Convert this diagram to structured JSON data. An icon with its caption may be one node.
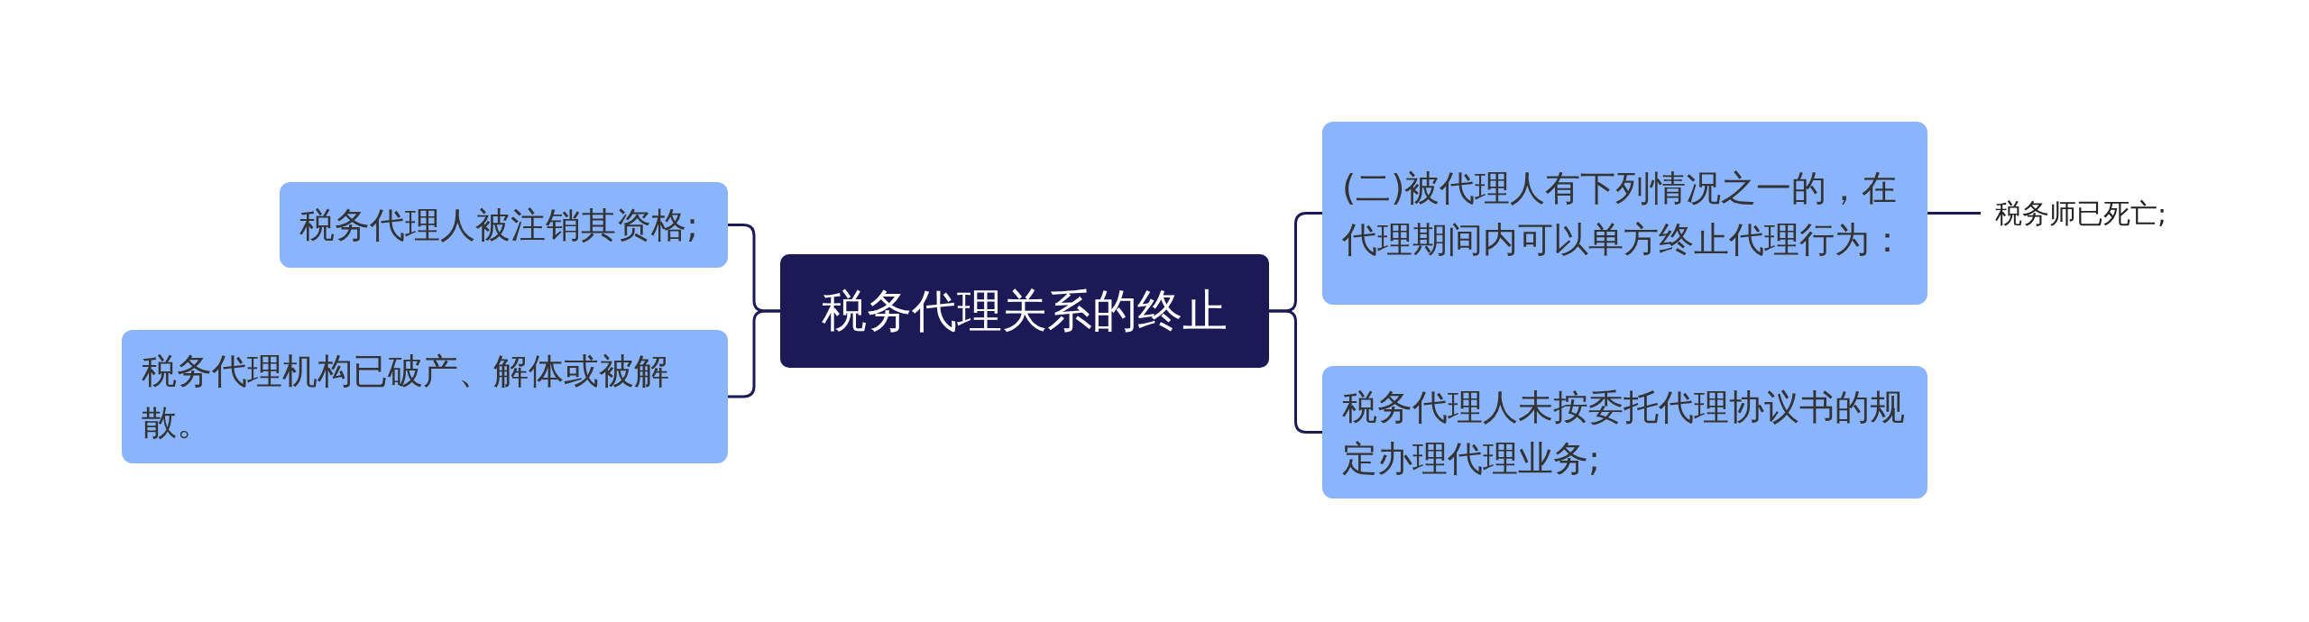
{
  "diagram": {
    "nodes": [
      {
        "text": [
          "税务代理关系的终止"
        ]
      },
      {
        "text": [
          "税务代理人被注销其资格;"
        ]
      },
      {
        "text": [
          "税务代理机构已破产、解体或被解散。"
        ]
      },
      {
        "text": [
          "(二)被代理人有下列情况之一的，在代理期间内可以单方终止代理行为："
        ]
      },
      {
        "text": [
          "税务代理人未按委托代理协议书的规定办理代理业务;"
        ]
      },
      {
        "text": [
          "税务师已死亡;"
        ]
      }
    ],
    "edges": [
      {
        "from": 0,
        "to": 1,
        "arrow": "none"
      },
      {
        "from": 0,
        "to": 2,
        "arrow": "none"
      },
      {
        "from": 0,
        "to": 3,
        "arrow": "none"
      },
      {
        "from": 0,
        "to": 4,
        "arrow": "none"
      },
      {
        "from": 3,
        "to": 5,
        "arrow": "none"
      }
    ]
  }
}
